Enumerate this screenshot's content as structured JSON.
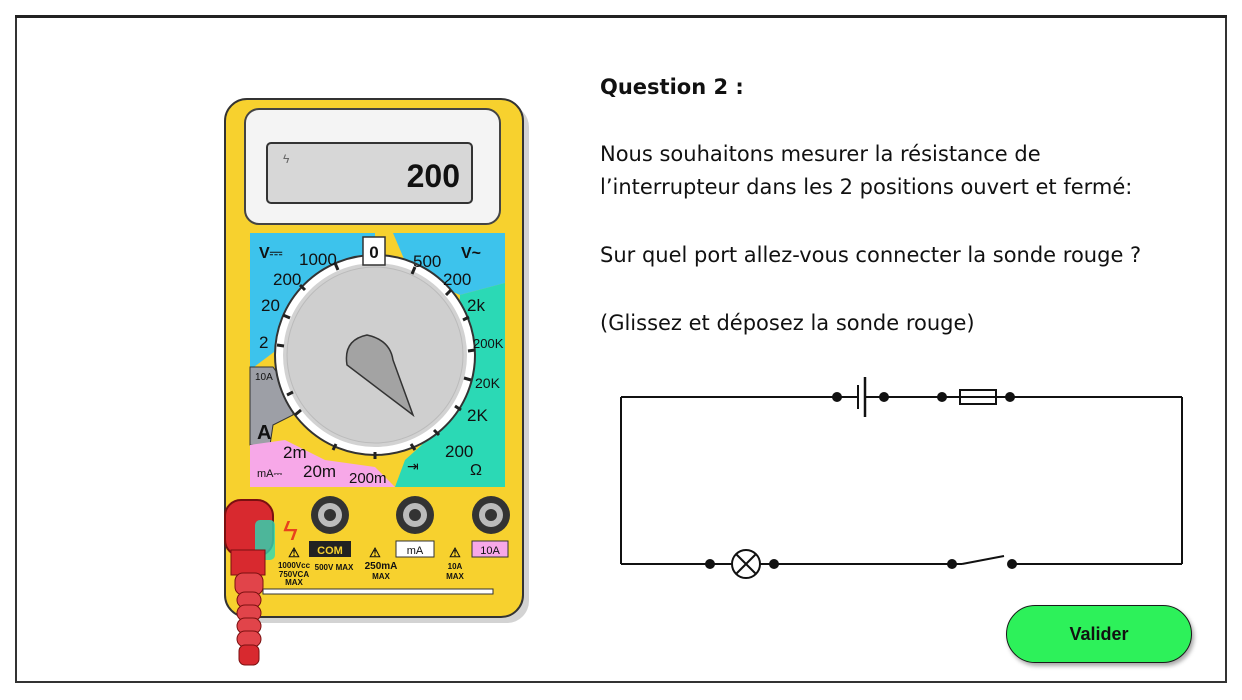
{
  "question": {
    "title": "Question 2 :",
    "line1": "Nous souhaitons mesurer la résistance de",
    "line2": "l’interrupteur dans les 2 positions ouvert et fermé:",
    "line3": "Sur quel port allez-vous connecter la sonde rouge ?",
    "line4": "(Glissez et déposez la sonde rouge)"
  },
  "multimeter": {
    "display_value": "200",
    "dial": {
      "off": "0",
      "vdc_label": "V⎓",
      "vac_label": "V~",
      "vdc": [
        "1000",
        "200",
        "20",
        "2"
      ],
      "vac": [
        "500",
        "200"
      ],
      "ohm": [
        "2k",
        "200K",
        "20K",
        "2K",
        "200"
      ],
      "ohm_symbol": "Ω",
      "amp_10a": "10A",
      "amp_symbol": "A",
      "ma_label": "mA⎓",
      "ma": [
        "2m",
        "20m",
        "200m"
      ]
    },
    "ports": {
      "com": "COM",
      "ma": "mA",
      "a10": "10A"
    },
    "warnings": {
      "w1a": "1000Vcc",
      "w1b": "750VCA",
      "w1c": "MAX",
      "w2": "500V MAX",
      "w3a": "250mA",
      "w3b": "MAX",
      "w4a": "10A",
      "w4b": "MAX"
    }
  },
  "actions": {
    "validate_label": "Valider"
  },
  "colors": {
    "button": "#2df15a",
    "meter_body": "#f7d12e",
    "vdc_zone": "#3dc3ec",
    "ohm_zone": "#2bd9b5",
    "ma_zone": "#f7a8e8",
    "probe_red": "#d8292f"
  }
}
